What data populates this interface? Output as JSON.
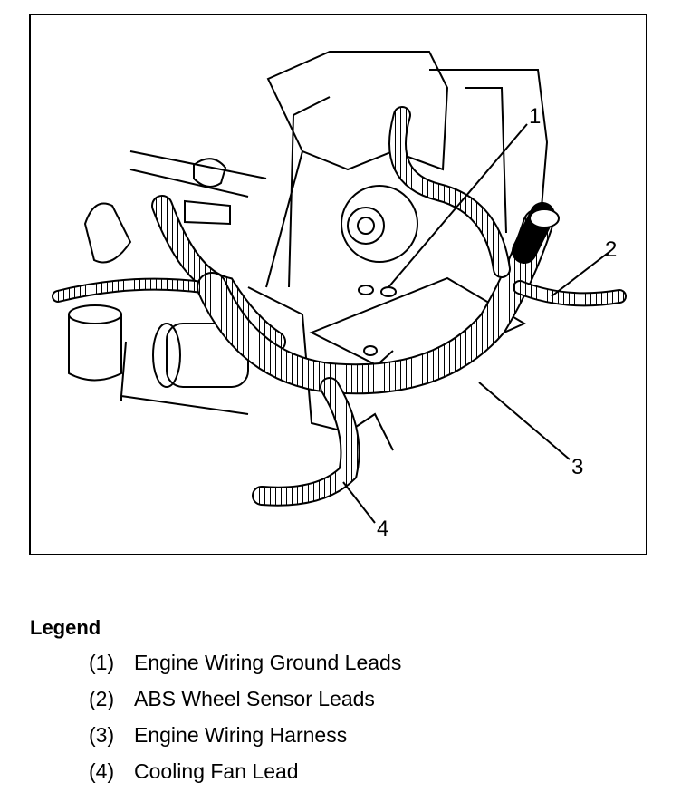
{
  "figure": {
    "callouts": {
      "c1": "1",
      "c2": "2",
      "c3": "3",
      "c4": "4"
    }
  },
  "legend": {
    "title": "Legend",
    "items": [
      {
        "number": "(1)",
        "label": "Engine Wiring Ground Leads"
      },
      {
        "number": "(2)",
        "label": "ABS Wheel Sensor Leads"
      },
      {
        "number": "(3)",
        "label": "Engine Wiring Harness"
      },
      {
        "number": "(4)",
        "label": "Cooling Fan Lead"
      }
    ]
  }
}
